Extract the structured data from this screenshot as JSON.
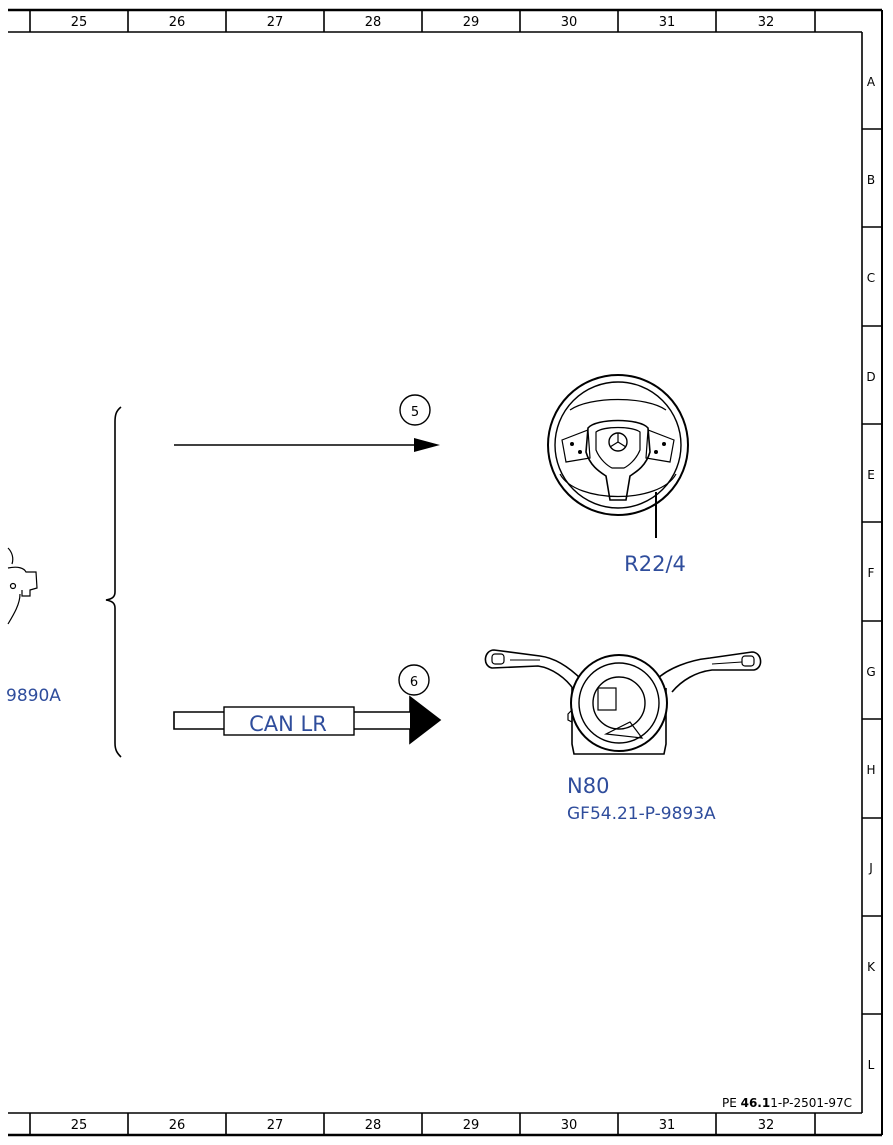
{
  "grid": {
    "columns": [
      "25",
      "26",
      "27",
      "28",
      "29",
      "30",
      "31",
      "32"
    ],
    "rows": [
      "A",
      "B",
      "C",
      "D",
      "E",
      "F",
      "G",
      "H",
      "J",
      "K",
      "L"
    ]
  },
  "connections": [
    {
      "number": "5"
    },
    {
      "number": "6",
      "bus": "CAN LR"
    }
  ],
  "components": {
    "steering_wheel": {
      "code": "R22/4"
    },
    "steering_column_module": {
      "code": "N80",
      "reference": "GF54.21-P-9893A"
    },
    "partial_component": {
      "reference_fragment": "9890A"
    }
  },
  "document": {
    "id_prefix": "PE ",
    "id_bold": "46.1",
    "id_suffix": "1-P-2501-97C"
  }
}
